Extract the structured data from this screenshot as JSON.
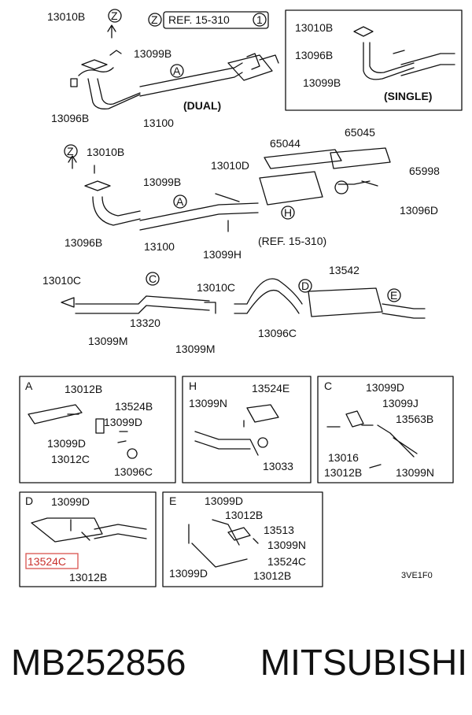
{
  "labels": {
    "p13010b_a": "13010B",
    "z_top": "Z",
    "ref_15_310_top": "REF. 15-310",
    "circ1": "1",
    "p13099b_a": "13099B",
    "p13096b_a": "13096B",
    "p13100_a": "13100",
    "dual": "(DUAL)",
    "s_13010b": "13010B",
    "s_13096b": "13096B",
    "s_13099b": "13099B",
    "single": "(SINGLE)",
    "z2": "Z",
    "p13010b_b": "13010B",
    "p13099b_b": "13099B",
    "p13096b_b": "13096B",
    "p13100_b": "13100",
    "p13099h": "13099H",
    "p13010d": "13010D",
    "p65044": "65044",
    "p65045": "65045",
    "p65998": "65998",
    "p13096d": "13096D",
    "ref_15_310_mid": "(REF. 15-310)",
    "circ_a_top": "A",
    "circ_a_mid": "A",
    "circ_h": "H",
    "p13010c_a": "13010C",
    "circ_c": "C",
    "p13320": "13320",
    "p13099m_a": "13099M",
    "p13010c_b": "13010C",
    "p13099m_b": "13099M",
    "circ_d": "D",
    "p13542": "13542",
    "circ_e": "E",
    "p13096c": "13096C",
    "a_tag": "A",
    "a_13012b": "13012B",
    "a_13524b": "13524B",
    "a_13099d_a": "13099D",
    "a_13099d_b": "13099D",
    "a_13012c": "13012C",
    "a_13096c": "13096C",
    "h_tag": "H",
    "h_13524e": "13524E",
    "h_13099n": "13099N",
    "h_13033": "13033",
    "c_tag": "C",
    "c_13099d": "13099D",
    "c_13099j": "13099J",
    "c_13563b": "13563B",
    "c_13016": "13016",
    "c_13012b": "13012B",
    "c_13099n": "13099N",
    "d_tag": "D",
    "d_13099d": "13099D",
    "d_13524c": "13524C",
    "d_13012b": "13012B",
    "e_tag": "E",
    "e_13099d_a": "13099D",
    "e_13012b_a": "13012B",
    "e_13513": "13513",
    "e_13099n": "13099N",
    "e_13524c": "13524C",
    "e_13099d_b": "13099D",
    "e_13012b_b": "13012B",
    "code": "3VE1F0"
  },
  "caption": {
    "part_number": "MB252856",
    "brand": "MITSUBISHI"
  },
  "highlight_color": "#d9534f"
}
